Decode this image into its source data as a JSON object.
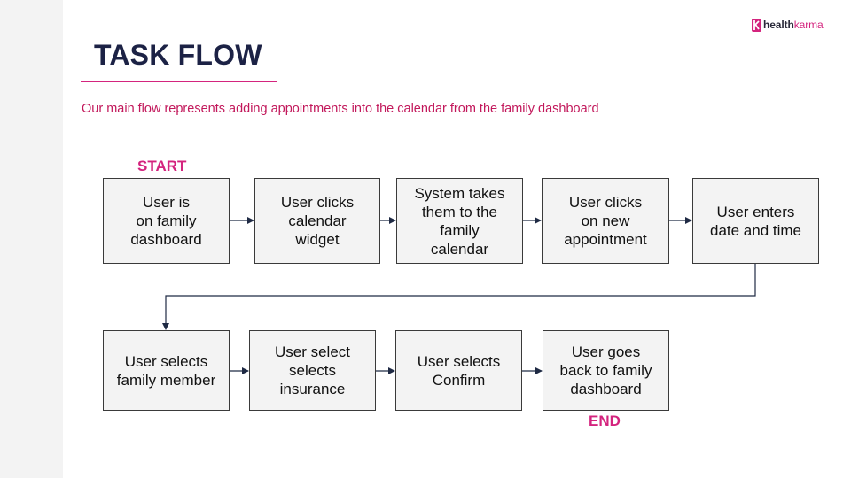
{
  "brand": {
    "logo_part1": "health",
    "logo_part2": "karma",
    "accent": "#d4247e",
    "title_color": "#1c2245"
  },
  "slide": {
    "title": "TASK FLOW",
    "subtitle": "Our main flow represents adding appointments into the calendar from the family dashboard"
  },
  "flow": {
    "start_label": "START",
    "end_label": "END",
    "row1": [
      "User is\non family\ndashboard",
      "User clicks\ncalendar\nwidget",
      "System takes\nthem to the\nfamily\ncalendar",
      "User clicks\non new\nappointment",
      "User enters\ndate and time"
    ],
    "row2": [
      "User selects\nfamily member",
      "User select\nselects\ninsurance",
      "User selects\nConfirm",
      "User goes\nback to family\ndashboard"
    ]
  }
}
